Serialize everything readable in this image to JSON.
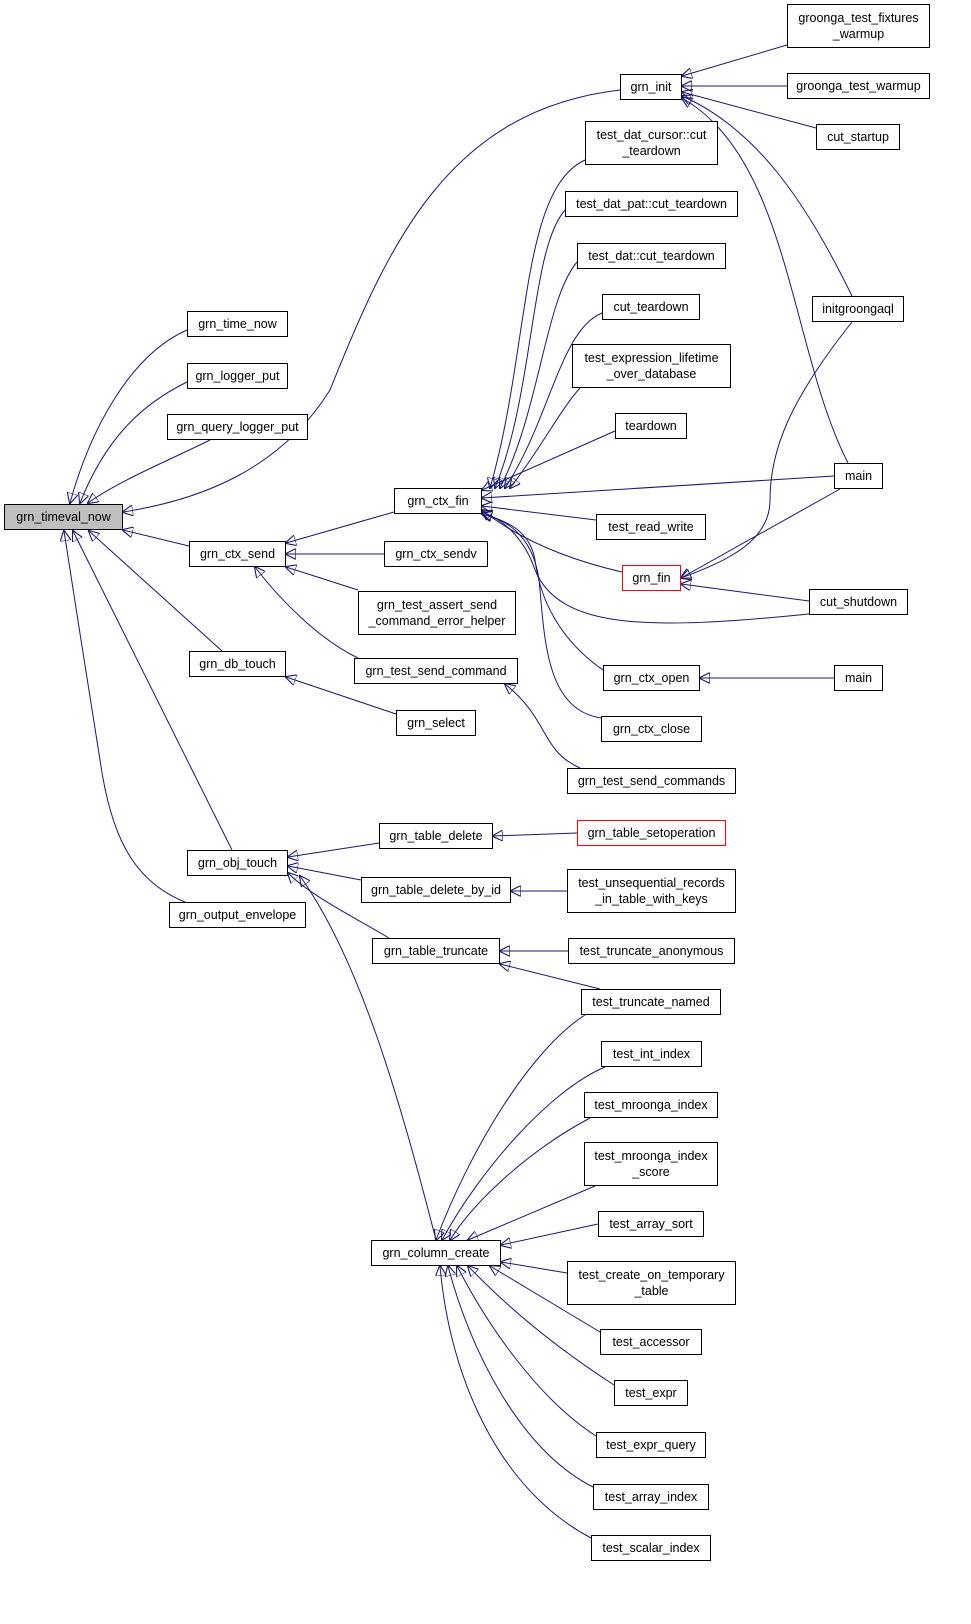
{
  "graph": {
    "colors": {
      "edge": "#191970",
      "node_border": "#000000",
      "root_fill": "#bfbfbf",
      "highlight_border": "#ff0000"
    },
    "nodes": {
      "grn_timeval_now": [
        "grn_timeval_now"
      ],
      "grn_time_now": [
        "grn_time_now"
      ],
      "grn_logger_put": [
        "grn_logger_put"
      ],
      "grn_query_logger_put": [
        "grn_query_logger_put"
      ],
      "grn_ctx_send": [
        "grn_ctx_send"
      ],
      "grn_db_touch": [
        "grn_db_touch"
      ],
      "grn_obj_touch": [
        "grn_obj_touch"
      ],
      "grn_output_envelope": [
        "grn_output_envelope"
      ],
      "grn_ctx_fin": [
        "grn_ctx_fin"
      ],
      "grn_ctx_sendv": [
        "grn_ctx_sendv"
      ],
      "grn_test_assert_send_command_error_helper": [
        "grn_test_assert_send",
        "_command_error_helper"
      ],
      "grn_test_send_command": [
        "grn_test_send_command"
      ],
      "grn_select": [
        "grn_select"
      ],
      "grn_table_delete": [
        "grn_table_delete"
      ],
      "grn_table_delete_by_id": [
        "grn_table_delete_by_id"
      ],
      "grn_table_truncate": [
        "grn_table_truncate"
      ],
      "grn_column_create": [
        "grn_column_create"
      ],
      "grn_init": [
        "grn_init"
      ],
      "test_dat_cursor_cut_teardown": [
        "test_dat_cursor::cut",
        "_teardown"
      ],
      "test_dat_pat_cut_teardown": [
        "test_dat_pat::cut_teardown"
      ],
      "test_dat_cut_teardown": [
        "test_dat::cut_teardown"
      ],
      "cut_teardown": [
        "cut_teardown"
      ],
      "test_expression_lifetime_over_database": [
        "test_expression_lifetime",
        "_over_database"
      ],
      "teardown": [
        "teardown"
      ],
      "test_read_write": [
        "test_read_write"
      ],
      "grn_fin": [
        "grn_fin"
      ],
      "grn_ctx_open": [
        "grn_ctx_open"
      ],
      "grn_ctx_close": [
        "grn_ctx_close"
      ],
      "grn_test_send_commands": [
        "grn_test_send_commands"
      ],
      "grn_table_setoperation": [
        "grn_table_setoperation"
      ],
      "test_unsequential_records_in_table_with_keys": [
        "test_unsequential_records",
        "_in_table_with_keys"
      ],
      "test_truncate_anonymous": [
        "test_truncate_anonymous"
      ],
      "test_truncate_named": [
        "test_truncate_named"
      ],
      "test_int_index": [
        "test_int_index"
      ],
      "test_mroonga_index": [
        "test_mroonga_index"
      ],
      "test_mroonga_index_score": [
        "test_mroonga_index",
        "_score"
      ],
      "test_array_sort": [
        "test_array_sort"
      ],
      "test_create_on_temporary_table": [
        "test_create_on_temporary",
        "_table"
      ],
      "test_accessor": [
        "test_accessor"
      ],
      "test_expr": [
        "test_expr"
      ],
      "test_expr_query": [
        "test_expr_query"
      ],
      "test_array_index": [
        "test_array_index"
      ],
      "test_scalar_index": [
        "test_scalar_index"
      ],
      "groonga_test_fixtures_warmup": [
        "groonga_test_fixtures",
        "_warmup"
      ],
      "groonga_test_warmup": [
        "groonga_test_warmup"
      ],
      "cut_startup": [
        "cut_startup"
      ],
      "initgroongaql": [
        "initgroongaql"
      ],
      "main_1": [
        "main"
      ],
      "cut_shutdown": [
        "cut_shutdown"
      ],
      "main_2": [
        "main"
      ]
    },
    "edges": [
      [
        "grn_time_now",
        "grn_timeval_now"
      ],
      [
        "grn_logger_put",
        "grn_timeval_now"
      ],
      [
        "grn_query_logger_put",
        "grn_timeval_now"
      ],
      [
        "grn_init",
        "grn_timeval_now"
      ],
      [
        "grn_ctx_send",
        "grn_timeval_now"
      ],
      [
        "grn_db_touch",
        "grn_timeval_now"
      ],
      [
        "grn_obj_touch",
        "grn_timeval_now"
      ],
      [
        "grn_output_envelope",
        "grn_timeval_now"
      ],
      [
        "grn_ctx_fin",
        "grn_ctx_send"
      ],
      [
        "grn_ctx_sendv",
        "grn_ctx_send"
      ],
      [
        "grn_test_assert_send_command_error_helper",
        "grn_ctx_send"
      ],
      [
        "grn_test_send_command",
        "grn_ctx_send"
      ],
      [
        "grn_select",
        "grn_db_touch"
      ],
      [
        "grn_table_delete",
        "grn_obj_touch"
      ],
      [
        "grn_table_delete_by_id",
        "grn_obj_touch"
      ],
      [
        "grn_table_truncate",
        "grn_obj_touch"
      ],
      [
        "grn_column_create",
        "grn_obj_touch"
      ],
      [
        "groonga_test_fixtures_warmup",
        "grn_init"
      ],
      [
        "groonga_test_warmup",
        "grn_init"
      ],
      [
        "cut_startup",
        "grn_init"
      ],
      [
        "initgroongaql",
        "grn_init"
      ],
      [
        "main_1",
        "grn_init"
      ],
      [
        "test_dat_cursor_cut_teardown",
        "grn_ctx_fin"
      ],
      [
        "test_dat_pat_cut_teardown",
        "grn_ctx_fin"
      ],
      [
        "test_dat_cut_teardown",
        "grn_ctx_fin"
      ],
      [
        "cut_teardown",
        "grn_ctx_fin"
      ],
      [
        "test_expression_lifetime_over_database",
        "grn_ctx_fin"
      ],
      [
        "teardown",
        "grn_ctx_fin"
      ],
      [
        "main_1",
        "grn_ctx_fin"
      ],
      [
        "test_read_write",
        "grn_ctx_fin"
      ],
      [
        "grn_fin",
        "grn_ctx_fin"
      ],
      [
        "cut_shutdown",
        "grn_ctx_fin"
      ],
      [
        "grn_ctx_open",
        "grn_ctx_fin"
      ],
      [
        "grn_ctx_close",
        "grn_ctx_fin"
      ],
      [
        "initgroongaql",
        "grn_fin"
      ],
      [
        "main_1",
        "grn_fin"
      ],
      [
        "cut_shutdown",
        "grn_fin"
      ],
      [
        "main_2",
        "grn_ctx_open"
      ],
      [
        "grn_test_send_commands",
        "grn_test_send_command"
      ],
      [
        "grn_table_setoperation",
        "grn_table_delete"
      ],
      [
        "test_unsequential_records_in_table_with_keys",
        "grn_table_delete_by_id"
      ],
      [
        "test_truncate_anonymous",
        "grn_table_truncate"
      ],
      [
        "test_truncate_named",
        "grn_table_truncate"
      ],
      [
        "test_truncate_named",
        "grn_column_create"
      ],
      [
        "test_int_index",
        "grn_column_create"
      ],
      [
        "test_mroonga_index",
        "grn_column_create"
      ],
      [
        "test_mroonga_index_score",
        "grn_column_create"
      ],
      [
        "test_array_sort",
        "grn_column_create"
      ],
      [
        "test_create_on_temporary_table",
        "grn_column_create"
      ],
      [
        "test_accessor",
        "grn_column_create"
      ],
      [
        "test_expr",
        "grn_column_create"
      ],
      [
        "test_expr_query",
        "grn_column_create"
      ],
      [
        "test_array_index",
        "grn_column_create"
      ],
      [
        "test_scalar_index",
        "grn_column_create"
      ]
    ]
  }
}
